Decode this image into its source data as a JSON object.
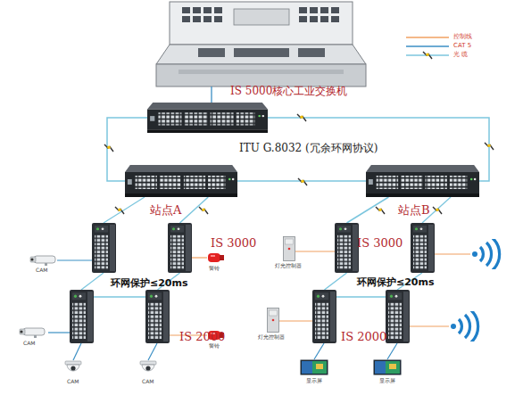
{
  "diagram": {
    "nodes": [
      {
        "text": [
          "IS 5000核心工业交换机"
        ]
      },
      {
        "text": [
          "站点A"
        ]
      },
      {
        "text": [
          "站点B"
        ]
      },
      {
        "text": [
          "IS 3000"
        ]
      },
      {
        "text": [
          "IS 2000"
        ]
      },
      {
        "text": [
          "IS 3000"
        ]
      },
      {
        "text": [
          "IS 2000"
        ]
      }
    ],
    "edges": [
      {
        "from": 0,
        "to": 1,
        "arrow": "none"
      },
      {
        "from": 0,
        "to": 2,
        "arrow": "none"
      },
      {
        "from": 1,
        "to": 2,
        "arrow": "none"
      },
      {
        "from": 1,
        "to": 3,
        "arrow": "none"
      },
      {
        "from": 3,
        "to": 4,
        "arrow": "none"
      },
      {
        "from": 2,
        "to": 5,
        "arrow": "none"
      },
      {
        "from": 5,
        "to": 6,
        "arrow": "none"
      }
    ],
    "labels": [
      "ITU G.8032 (冗余环网协议)",
      "环网保护≤20ms",
      "环网保护≤20ms",
      "CAM",
      "CAM",
      "CAM",
      "CAM",
      "警铃",
      "警铃",
      "灯光控制器",
      "灯光控制器",
      "显示屏",
      "显示屏"
    ],
    "legend": [
      {
        "text": "控制线"
      },
      {
        "text": "CAT 5"
      },
      {
        "text": "光 缆"
      }
    ]
  }
}
